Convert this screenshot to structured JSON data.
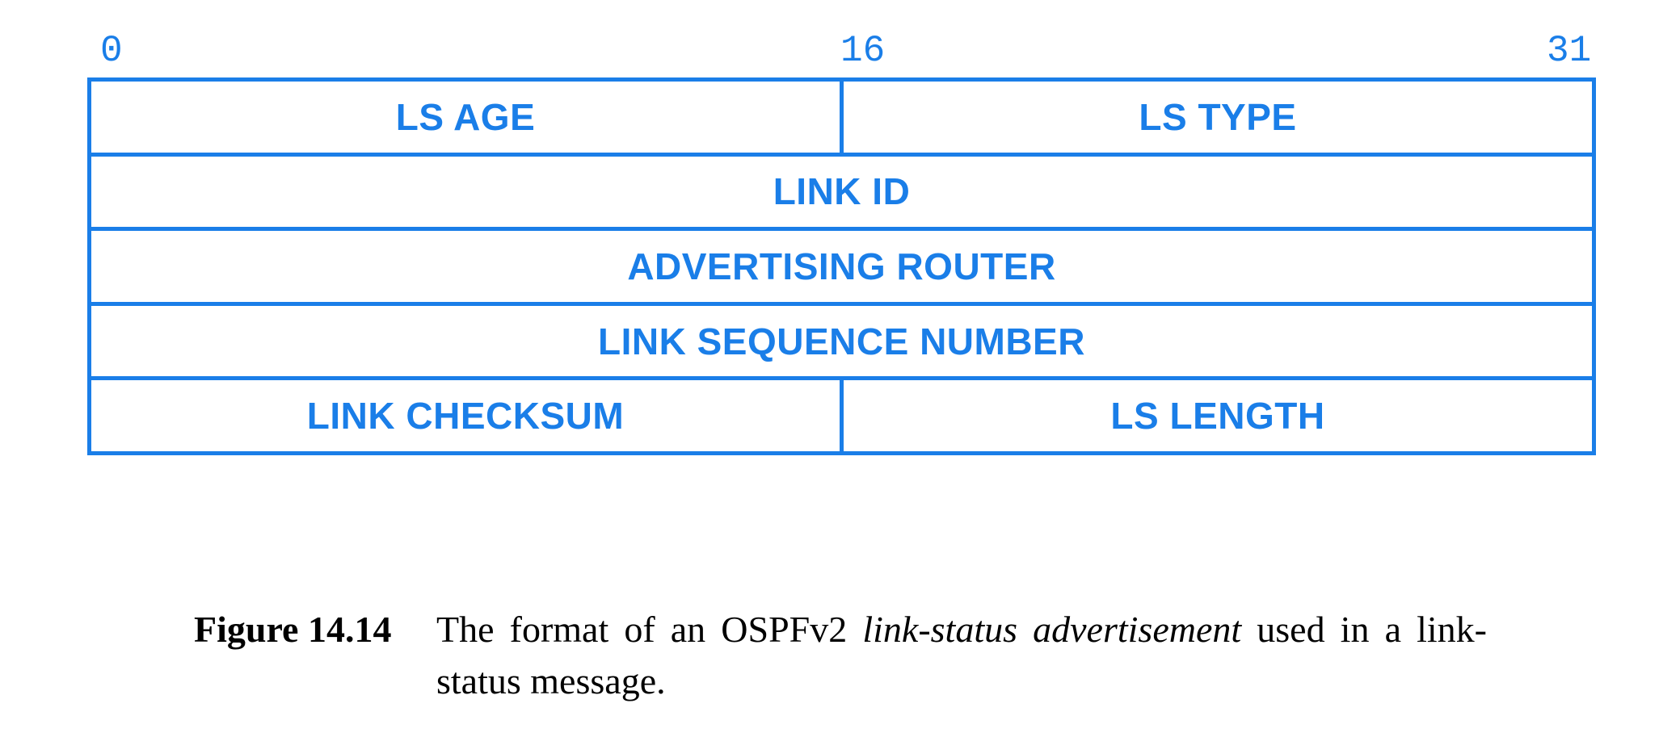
{
  "bit_labels": {
    "start": "0",
    "middle": "16",
    "end": "31"
  },
  "fields": {
    "ls_age": "LS AGE",
    "ls_type": "LS TYPE",
    "link_id": "LINK ID",
    "advertising_router": "ADVERTISING ROUTER",
    "link_sequence_number": "LINK SEQUENCE NUMBER",
    "link_checksum": "LINK CHECKSUM",
    "ls_length": "LS LENGTH"
  },
  "caption": {
    "number": "Figure 14.14",
    "text_before": "The format of an OSPFv2 ",
    "text_italic": "link-status advertisement",
    "text_after": " used in a link-status message."
  },
  "colors": {
    "diagram": "#1a7ee8",
    "caption": "#000000"
  }
}
